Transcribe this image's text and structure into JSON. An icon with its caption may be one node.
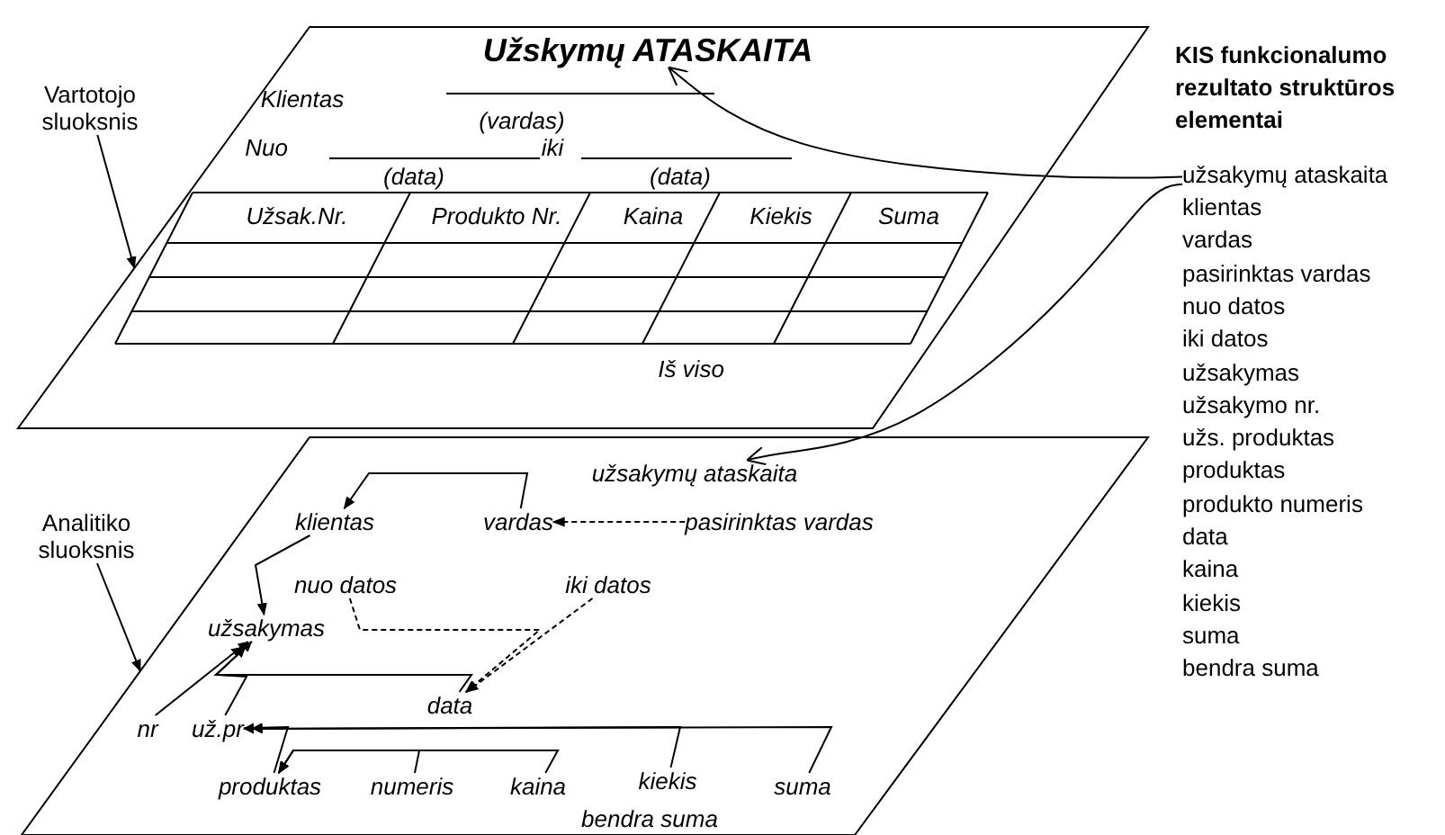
{
  "diagram": {
    "nodes": [
      {
        "text": [],
        "shape": "parallelogram"
      },
      {
        "text": [
          "Užskymų ATASKAITA"
        ],
        "in": 0
      },
      {
        "text": [],
        "shape": "parallelogram"
      },
      {
        "text": [
          "Vartotojo sluoksnis"
        ]
      },
      {
        "text": [
          "Analitiko sluoksnis"
        ]
      },
      {
        "text": [
          "užsakymų ataskaita"
        ]
      },
      {
        "text": [
          "užsakymų ataskaita"
        ],
        "in": 2
      },
      {
        "text": [
          "klientas"
        ],
        "in": 2
      },
      {
        "text": [
          "vardas"
        ],
        "in": 2
      },
      {
        "text": [
          "pasirinktas vardas"
        ],
        "in": 2
      },
      {
        "text": [
          "nuo datos"
        ],
        "in": 2
      },
      {
        "text": [
          "iki datos"
        ],
        "in": 2
      },
      {
        "text": [
          "užsakymas"
        ],
        "in": 2
      },
      {
        "text": [
          "data"
        ],
        "in": 2
      },
      {
        "text": [
          "nr"
        ],
        "in": 2
      },
      {
        "text": [
          "už.pr"
        ],
        "in": 2
      },
      {
        "text": [
          "produktas"
        ],
        "in": 2
      },
      {
        "text": [
          "numeris"
        ],
        "in": 2
      },
      {
        "text": [
          "kaina"
        ],
        "in": 2
      },
      {
        "text": [
          "kiekis"
        ],
        "in": 2
      },
      {
        "text": [
          "suma"
        ],
        "in": 2
      }
    ],
    "edges": [
      {
        "from": 3,
        "to": 0,
        "arrow": "to"
      },
      {
        "from": 4,
        "to": 2,
        "arrow": "to"
      },
      {
        "from": 5,
        "to": 1,
        "arrow": "to"
      },
      {
        "from": 5,
        "to": 6,
        "arrow": "to"
      },
      {
        "from": 8,
        "to": 7,
        "arrow": "to"
      },
      {
        "from": 9,
        "to": 8,
        "arrow": "to",
        "style": "dashed"
      },
      {
        "from": 7,
        "to": 12,
        "arrow": "to"
      },
      {
        "from": 10,
        "to": 13,
        "arrow": "to",
        "style": "dashed"
      },
      {
        "from": 11,
        "to": 13,
        "arrow": "to",
        "style": "dashed"
      },
      {
        "from": 14,
        "to": 12,
        "arrow": "to"
      },
      {
        "from": 15,
        "to": 12,
        "arrow": "to"
      },
      {
        "from": 13,
        "to": 12,
        "arrow": "to"
      },
      {
        "from": 16,
        "to": 15,
        "arrow": "to"
      },
      {
        "from": 19,
        "to": 15,
        "arrow": "to"
      },
      {
        "from": 20,
        "to": 15,
        "arrow": "to"
      },
      {
        "from": 17,
        "to": 16,
        "arrow": "to"
      },
      {
        "from": 18,
        "to": 16,
        "arrow": "to"
      }
    ],
    "labels": [
      "Klientas",
      "(vardas)",
      "Nuo",
      "(data)",
      "iki",
      "(data)",
      "Užsak.Nr.",
      "Produkto Nr.",
      "Kaina",
      "Kiekis",
      "Suma",
      "Iš viso",
      "bendra suma",
      "KIS funkcionalumo rezultato struktūros elementai",
      "klientas",
      "vardas",
      "pasirinktas vardas",
      "nuo datos",
      "iki datos",
      "užsakymas",
      "užsakymo nr.",
      "užs. produktas",
      "produktas",
      "produkto numeris",
      "data",
      "kaina",
      "kiekis",
      "suma",
      "bendra suma"
    ]
  }
}
